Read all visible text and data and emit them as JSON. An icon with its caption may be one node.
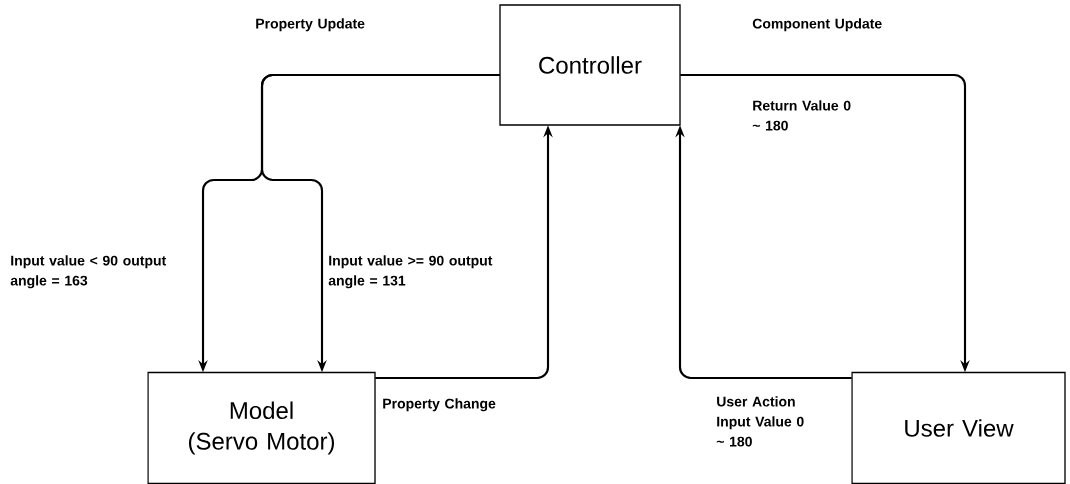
{
  "diagram": {
    "nodes": [
      {
        "text": [
          "Controller"
        ]
      },
      {
        "text": [
          "Model",
          "(Servo Motor)"
        ]
      },
      {
        "text": [
          "User View"
        ]
      }
    ],
    "edges": [
      {
        "from": 0,
        "to": 1,
        "arrow": "to",
        "label": "Input value < 90 output angle = 163"
      },
      {
        "from": 0,
        "to": 1,
        "arrow": "to",
        "label": "Input value >= 90 output angle = 131"
      },
      {
        "from": 1,
        "to": 0,
        "arrow": "to",
        "label": "Property Change"
      },
      {
        "from": 0,
        "to": 2,
        "arrow": "to",
        "label": "Component Update"
      },
      {
        "from": 2,
        "to": 0,
        "arrow": "to",
        "label": "User Action Input Value 0 ~ 180"
      }
    ],
    "labels": [
      "Property Update",
      "Return Value 0 ~ 180"
    ]
  }
}
